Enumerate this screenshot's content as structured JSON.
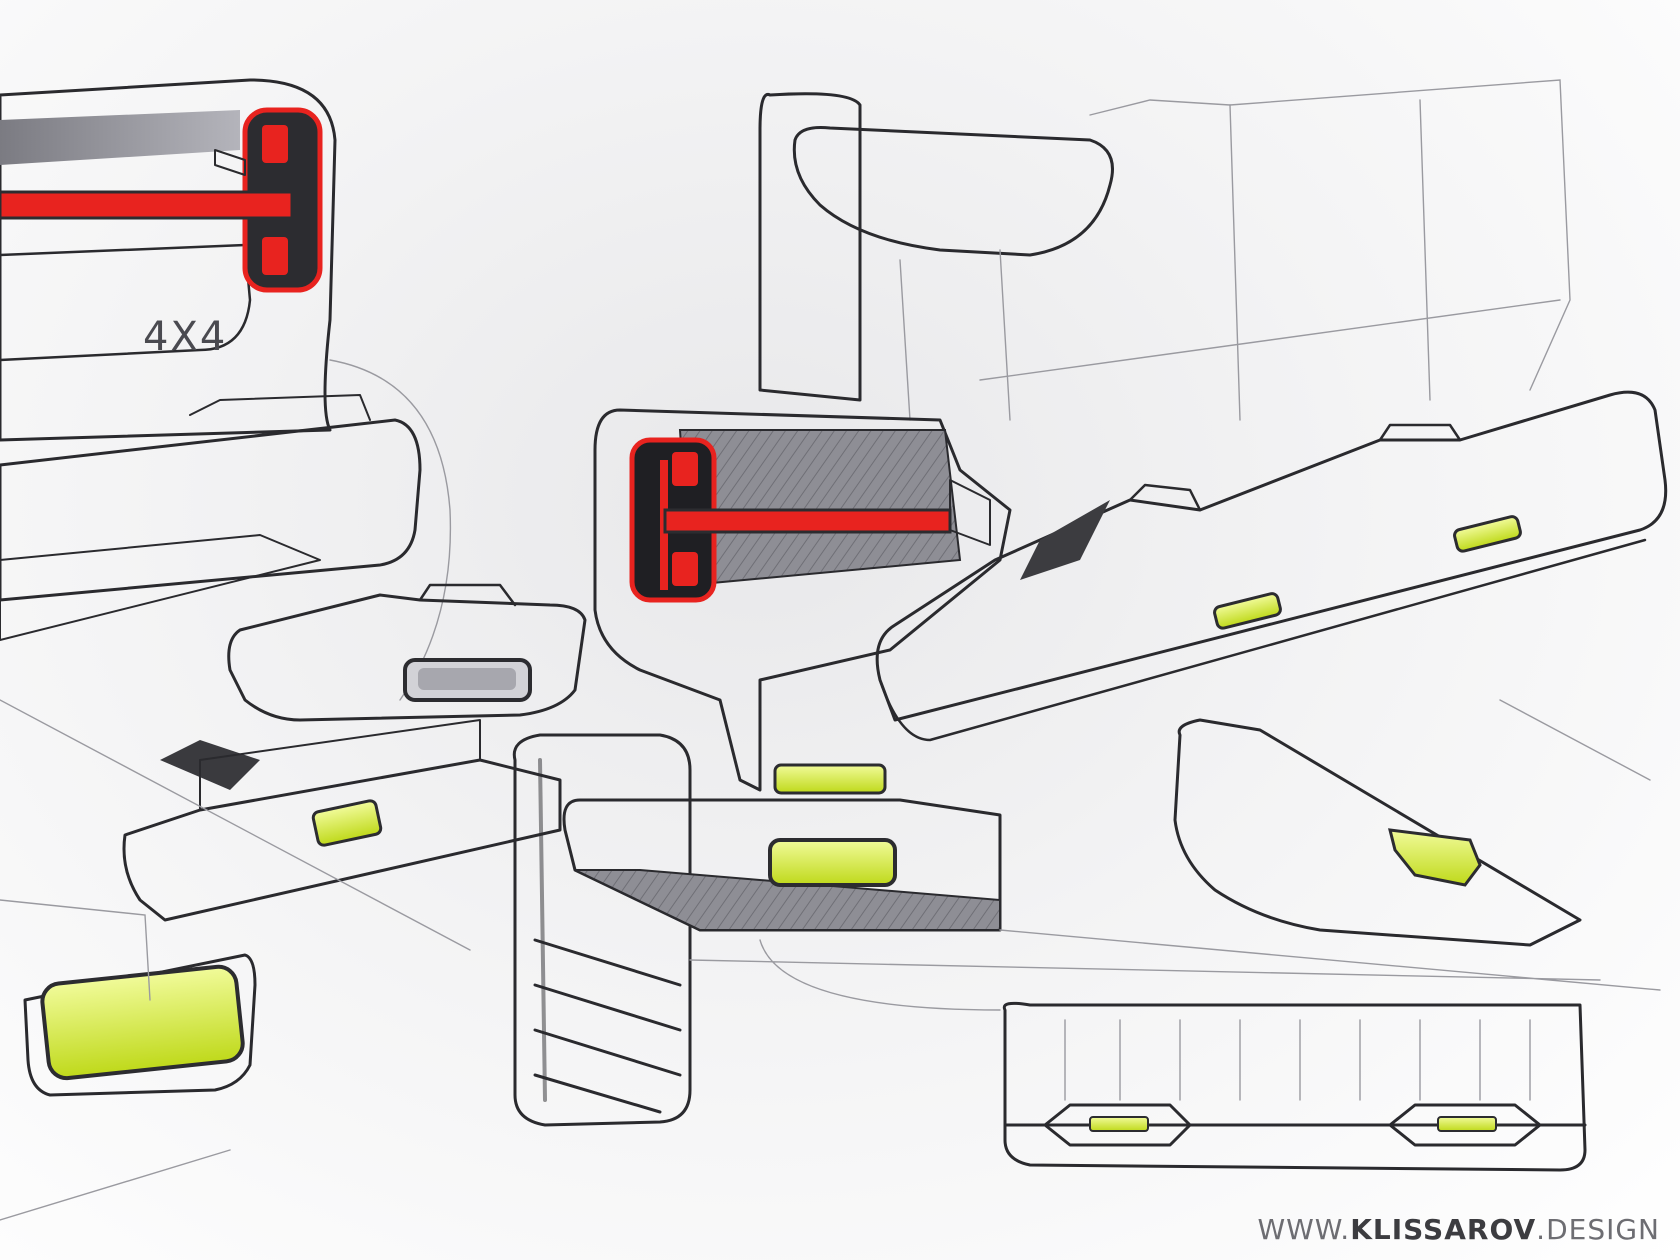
{
  "badge": {
    "text": "4X4"
  },
  "credit": {
    "prefix": "WWW.",
    "brand": "KLISSAROV",
    "suffix": ".DESIGN"
  },
  "colors": {
    "tail_light_red": "#e8231f",
    "accent_lime": "#d8ec2c",
    "body_grey": "#c7c7cd",
    "ink": "#2a2a2e"
  }
}
